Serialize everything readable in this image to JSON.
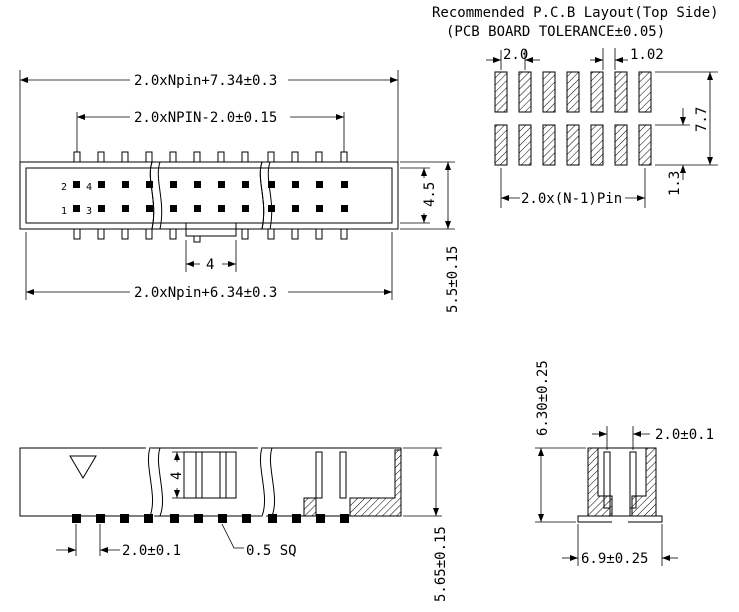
{
  "pcb": {
    "title": "Recommended P.C.B Layout(Top Side)",
    "tolerance": "(PCB BOARD TOLERANCE±0.05)",
    "pitch": "2.0",
    "pad_width": "1.02",
    "row_span": "7.7",
    "pad_length": "1.3",
    "pin_span": "2.0x(N-1)Pin"
  },
  "top_view": {
    "overall": "2.0xNpin+7.34±0.3",
    "pin_span": "2.0xNPIN-2.0±0.15",
    "key_width": "4",
    "body_length": "2.0xNpin+6.34±0.3",
    "height_inner": "4.5",
    "height_outer": "5.5±0.15",
    "pin_numbers": {
      "p2": "2",
      "p4": "4",
      "p1": "1",
      "p3": "3"
    }
  },
  "side_view": {
    "key_depth": "4",
    "pitch": "2.0±0.1",
    "pin_size": "0.5 SQ",
    "height": "5.65±0.15"
  },
  "end_view": {
    "height": "6.30±0.25",
    "pitch": "2.0±0.1",
    "width": "6.9±0.25"
  }
}
